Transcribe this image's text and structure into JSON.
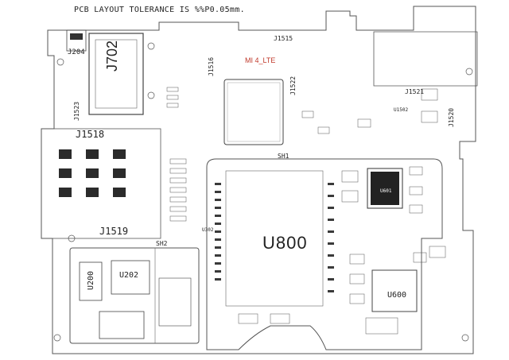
{
  "header": {
    "tolerance_note": "PCB LAYOUT TOLERANCE IS %%P0.05mm.",
    "model_name": "MI 4_LTE"
  },
  "labels": {
    "u800": "U800",
    "j702": "J702",
    "j1518": "J1518",
    "j1519": "J1519",
    "j204": "J204",
    "j1515": "J1515",
    "j1516": "J1516",
    "j1522": "J1522",
    "j1523": "J1523",
    "j1521": "J1521",
    "j1520": "J1520",
    "sh1": "SH1",
    "sh2": "SH2",
    "u200": "U200",
    "u202": "U202",
    "u600": "U600",
    "u601": "U601",
    "u1502": "U1502",
    "u302": "U302"
  },
  "colors": {
    "outline": "#4a4a4a",
    "pad": "#333333",
    "model_text": "#c0392b",
    "background": "#ffffff"
  }
}
